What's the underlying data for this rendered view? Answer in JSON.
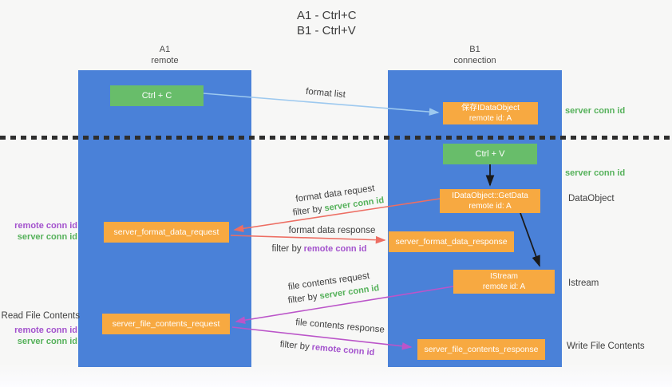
{
  "title": {
    "line1": "A1 - Ctrl+C",
    "line2": "B1 - Ctrl+V"
  },
  "columns": {
    "a1": {
      "title": "A1",
      "subtitle": "remote"
    },
    "b1": {
      "title": "B1",
      "subtitle": "connection"
    }
  },
  "nodes": {
    "ctrl_c": {
      "label": "Ctrl + C"
    },
    "save_dataobject": {
      "line1": "保存IDataObject",
      "line2": "remote id: A"
    },
    "ctrl_v": {
      "label": "Ctrl + V"
    },
    "getdata": {
      "line1": "IDataObject::GetData",
      "line2": "remote id: A"
    },
    "format_request": {
      "label": "server_format_data_request"
    },
    "format_response": {
      "label": "server_format_data_response"
    },
    "istream": {
      "line1": "IStream",
      "line2": "remote id: A"
    },
    "file_request": {
      "label": "server_file_contents_request"
    },
    "file_response": {
      "label": "server_file_contents_response"
    }
  },
  "arrow_labels": {
    "format_list": "format list",
    "format_data_request": "format data request",
    "format_data_response": "format data response",
    "file_contents_request": "file contents request",
    "file_contents_response": "file contents response",
    "filter_by": "filter by",
    "server_conn_id": "server conn id",
    "remote_conn_id": "remote conn id"
  },
  "side_labels": {
    "server_conn_id_top": "server conn id",
    "server_conn_id_mid": "server conn id",
    "dataobject": "DataObject",
    "istream": "Istream",
    "write_file_contents": "Write File Contents",
    "read_file_contents": "Read File Contents",
    "remote_conn_id": "remote conn id",
    "server_conn_id": "server conn id"
  },
  "colors": {
    "lane_blue": "#4a81d8",
    "node_green": "#68bd6a",
    "node_orange": "#f7a941",
    "text_green": "#55b15a",
    "text_purple": "#a352cd",
    "arrow_red": "#ed6e63",
    "arrow_purple": "#bb55c9",
    "arrow_blue": "#9dc9ef",
    "arrow_black": "#1a1a1a",
    "text_dark": "#3f3f3f"
  }
}
